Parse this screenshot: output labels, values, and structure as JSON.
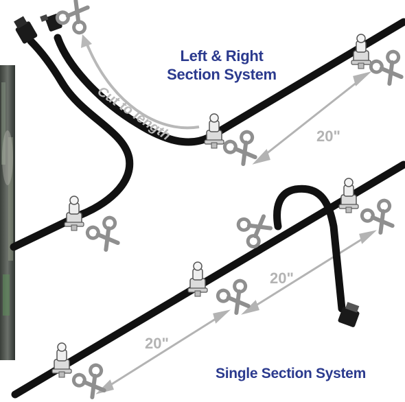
{
  "titles": {
    "left_right_line1": "Left & Right",
    "left_right_line2": "Section System",
    "single": "Single Section System"
  },
  "annotations": {
    "cut_to_length": "Cut to length",
    "spacing_1": "20\"",
    "spacing_2": "20\"",
    "spacing_3": "20\""
  },
  "colors": {
    "title_blue": "#2b3a8e",
    "hose": "#111111",
    "annotation_gray": "#b3b3b3",
    "fitting": "#e6e6e6"
  },
  "icons": [
    "scissors-icon",
    "nozzle-fitting-icon",
    "dimension-arrow-icon",
    "hose-coupler-icon"
  ]
}
